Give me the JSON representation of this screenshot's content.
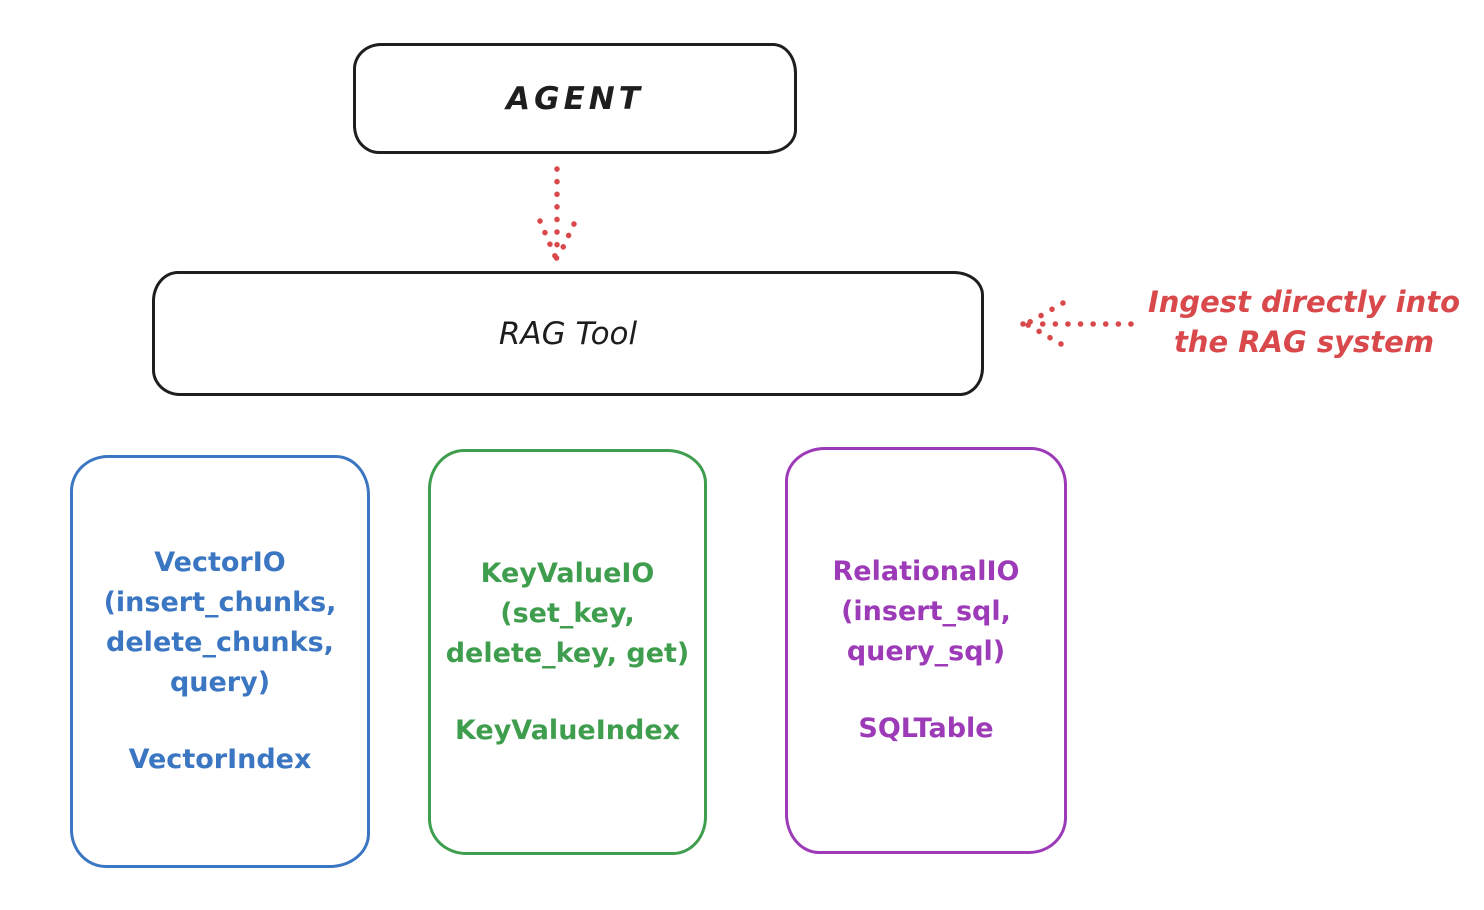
{
  "diagram": {
    "background": "#ffffff",
    "colors": {
      "ink": "#1e1e1e",
      "red_accent": "#d9494b",
      "blue_accent": "#3b76c2",
      "green_accent": "#3f9e4e",
      "purple_accent": "#9c3ab8"
    },
    "nodes": {
      "agent": {
        "label": "AGENT"
      },
      "rag_tool": {
        "label": "RAG Tool"
      },
      "vector_io": {
        "io_block": "VectorIO\n(insert_chunks,\ndelete_chunks,\nquery)",
        "index_label": "VectorIndex",
        "color": "#3b76c2"
      },
      "key_value_io": {
        "io_block": "KeyValueIO\n(set_key,\ndelete_key, get)",
        "index_label": "KeyValueIndex",
        "color": "#3f9e4e"
      },
      "relational_io": {
        "io_block": "RelationalIO\n(insert_sql,\nquery_sql)",
        "index_label": "SQLTable",
        "color": "#9c3ab8"
      }
    },
    "annotation": {
      "text": "Ingest directly into\nthe RAG system",
      "color": "#d9494b"
    },
    "arrows": [
      {
        "name": "agent-to-rag-tool",
        "style": "dotted",
        "direction": "down",
        "color": "#d9494b"
      },
      {
        "name": "ingest-annotation-to-rag-tool",
        "style": "dotted",
        "direction": "left",
        "color": "#d9494b"
      }
    ]
  }
}
